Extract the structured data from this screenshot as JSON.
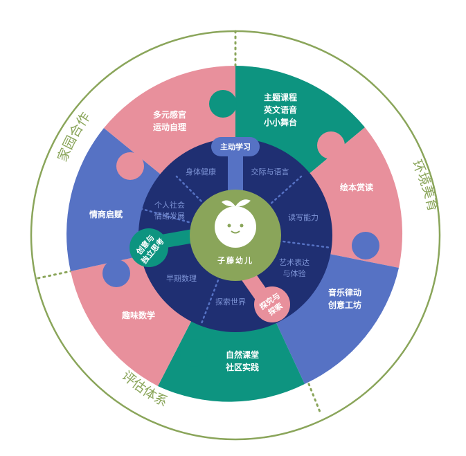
{
  "outer_ring": {
    "top_left": "家园合作",
    "right": "环境美育",
    "bottom_left": "评估体系"
  },
  "sectors": {
    "topic_course": [
      "主题课程",
      "英文语音",
      "小小舞台"
    ],
    "picture_book": [
      "绘本赏读"
    ],
    "music": [
      "音乐律动",
      "创意工坊"
    ],
    "nature": [
      "自然课堂",
      "社区实践"
    ],
    "math": [
      "趣味数学"
    ],
    "eq": [
      "情商启赋"
    ],
    "senses": [
      "多元感官",
      "运动自理"
    ]
  },
  "inner_ring": {
    "body_health": "身体健康",
    "communication": "交际与语言",
    "literacy": "读写能力",
    "art": [
      "艺术表达",
      "与体验"
    ],
    "explore_world": "探索世界",
    "early_math": "早期数理",
    "social": [
      "个人社会",
      "情绪发展"
    ]
  },
  "pills": {
    "active_learning": "主动学习",
    "explore": [
      "探究与",
      "探索"
    ],
    "creative": [
      "创意与",
      "独立思考"
    ]
  },
  "center": {
    "brand": "子藤幼儿"
  },
  "colors": {
    "teal": "#0d9480",
    "pink": "#e8909c",
    "blue": "#5672c4",
    "navy": "#1f2f72",
    "green": "#8aa55a",
    "inner_text": "#7e94d6",
    "white": "#ffffff"
  }
}
